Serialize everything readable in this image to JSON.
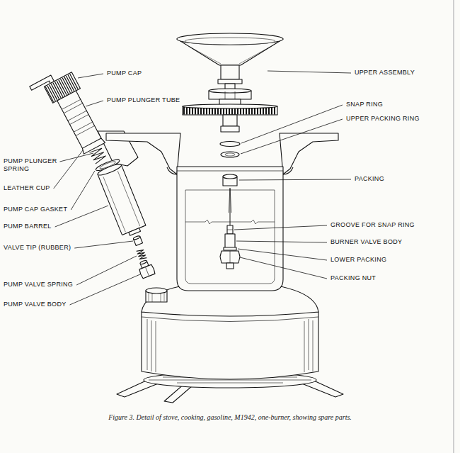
{
  "diagram": {
    "caption": "Figure 3. Detail of stove, cooking, gasoline, M1942, one-burner, showing spare parts.",
    "labels": [
      "PUMP CAP",
      "PUMP PLUNGER TUBE",
      "PUMP PLUNGER SPRING",
      "LEATHER CUP",
      "PUMP CAP GASKET",
      "PUMP BARREL",
      "VALVE TIP (RUBBER)",
      "PUMP VALVE SPRING",
      "PUMP VALVE BODY",
      "UPPER ASSEMBLY",
      "SNAP RING",
      "UPPER PACKING RING",
      "PACKING",
      "GROOVE FOR SNAP RING",
      "BURNER VALVE BODY",
      "LOWER PACKING",
      "PACKING NUT"
    ]
  }
}
